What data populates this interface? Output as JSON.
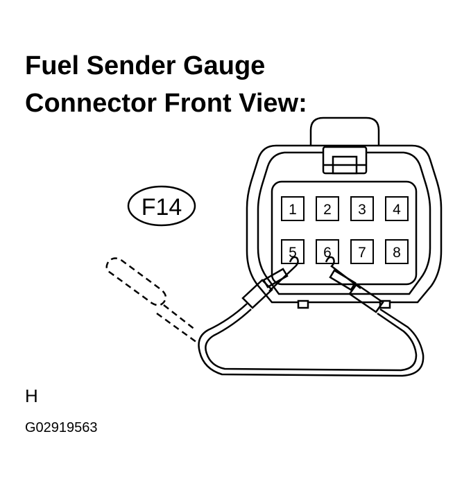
{
  "title": {
    "line1": "Fuel Sender Gauge",
    "line2": "Connector Front View:"
  },
  "connector": {
    "code": "F14",
    "pins": [
      "1",
      "2",
      "3",
      "4",
      "5",
      "6",
      "7",
      "8"
    ],
    "jumpered_pins": [
      "5",
      "6"
    ]
  },
  "region_label": "H",
  "figure_id": "G02919563"
}
